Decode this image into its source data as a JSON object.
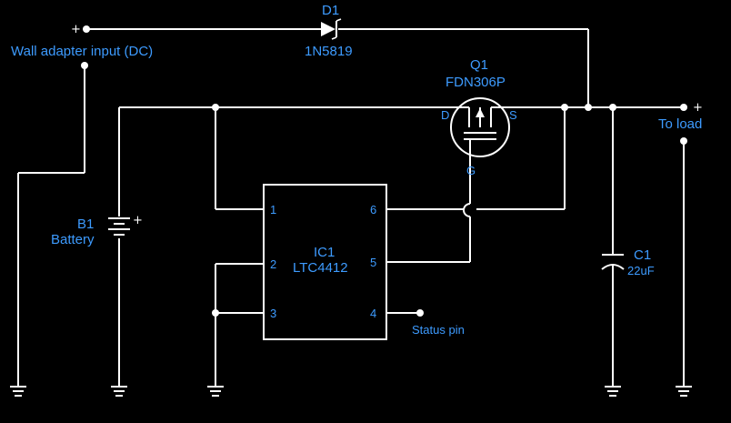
{
  "input": {
    "plus": "+",
    "label": "Wall adapter input (DC)"
  },
  "diode": {
    "ref": "D1",
    "part": "1N5819"
  },
  "mosfet": {
    "ref": "Q1",
    "part": "FDN306P",
    "pin_left": "D",
    "pin_right": "S",
    "pin_gate": "G"
  },
  "load": {
    "plus": "+",
    "label": "To load"
  },
  "battery": {
    "ref": "B1",
    "name": "Battery",
    "plus": "+"
  },
  "ic": {
    "ref": "IC1",
    "part": "LTC4412",
    "pins": {
      "p1": "1",
      "p2": "2",
      "p3": "3",
      "p4": "4",
      "p5": "5",
      "p6": "6"
    },
    "status_label": "Status pin"
  },
  "capacitor": {
    "ref": "C1",
    "value": "22uF"
  },
  "colors": {
    "background": "#000000",
    "wire": "#ffffff",
    "label": "#3d9bff"
  }
}
